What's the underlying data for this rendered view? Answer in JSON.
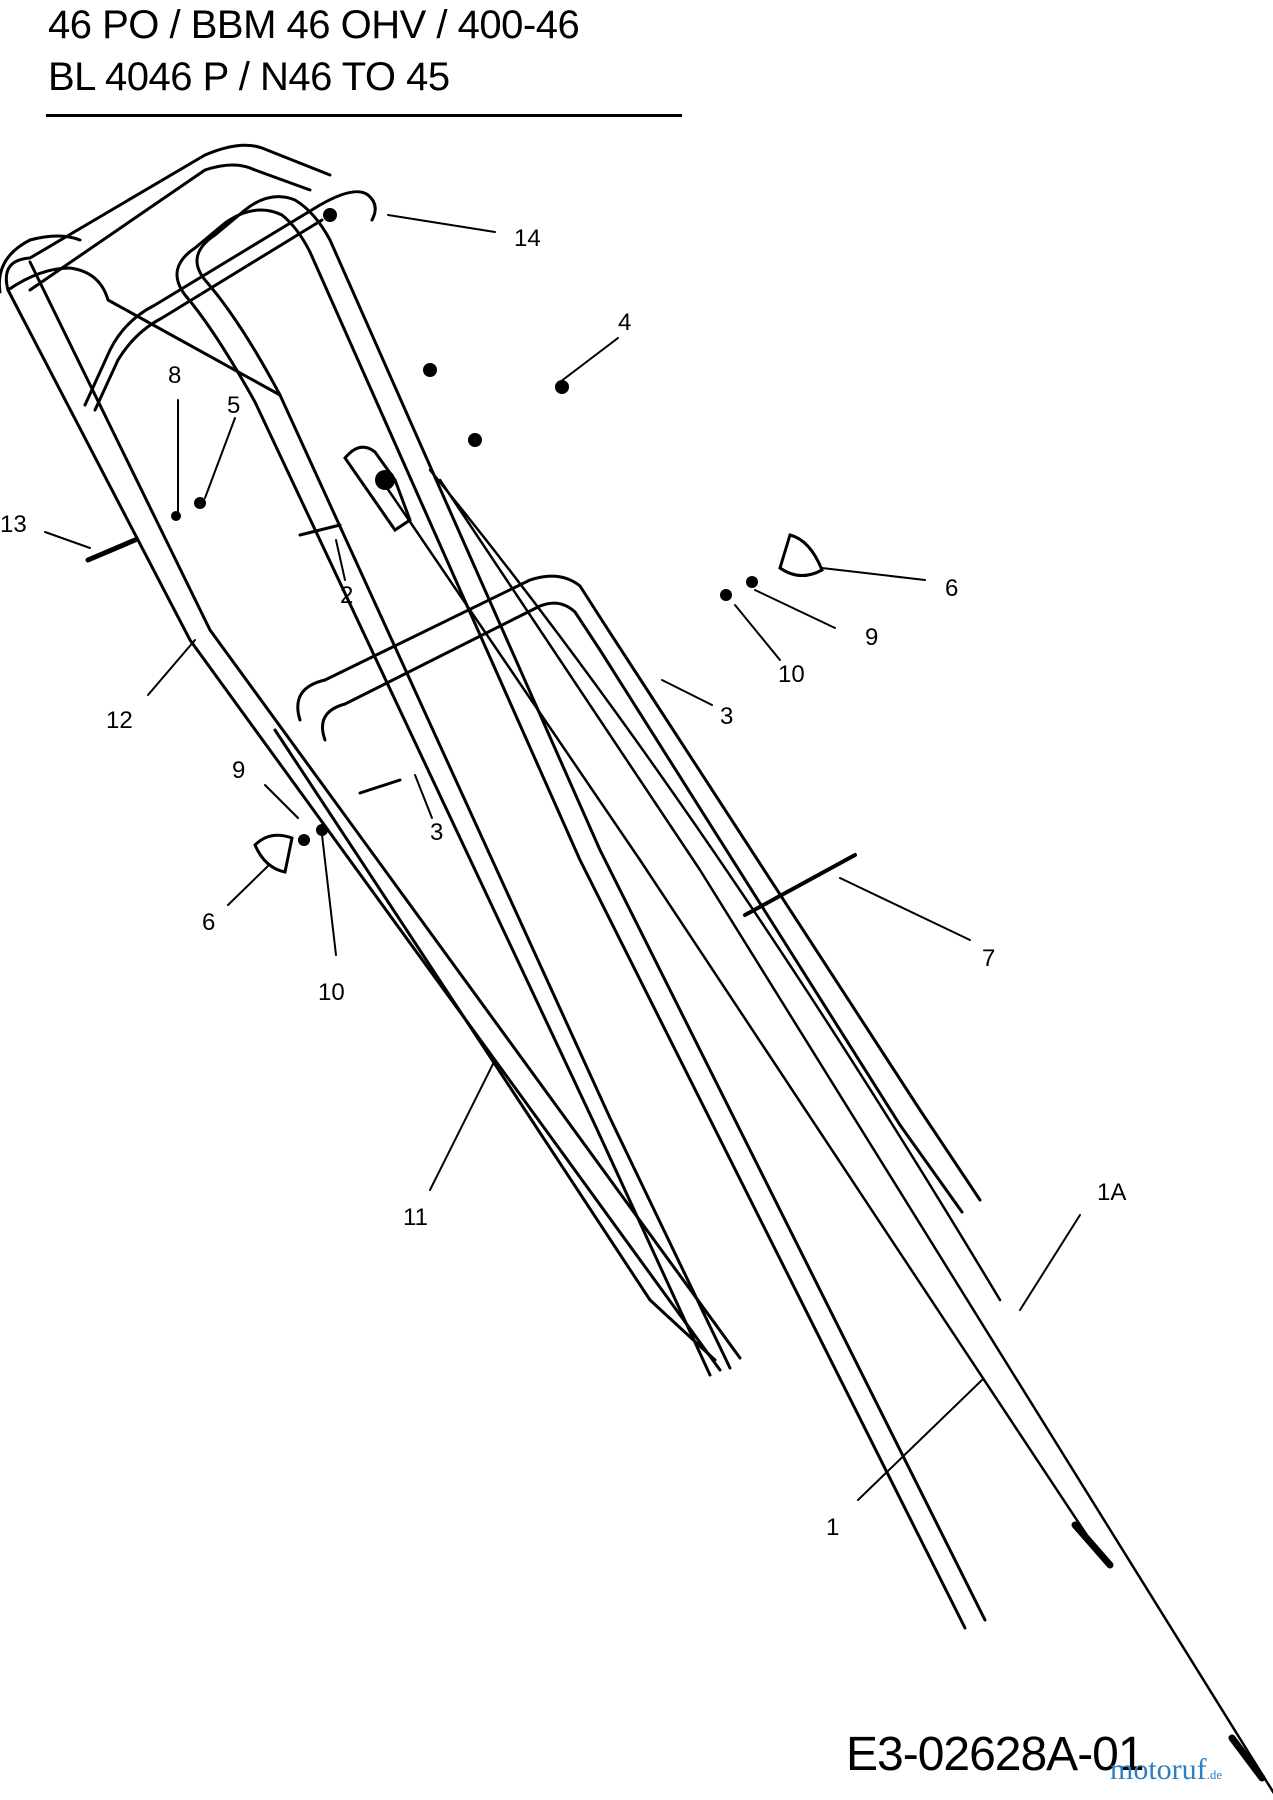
{
  "header": {
    "line1": "46 PO / BBM 46 OHV / 400-46",
    "line2": "BL 4046 P / N46 TO 45"
  },
  "labels": [
    {
      "id": "14",
      "text": "14"
    },
    {
      "id": "4",
      "text": "4"
    },
    {
      "id": "8",
      "text": "8"
    },
    {
      "id": "5",
      "text": "5"
    },
    {
      "id": "13",
      "text": "13"
    },
    {
      "id": "2",
      "text": "2"
    },
    {
      "id": "6a",
      "text": "6"
    },
    {
      "id": "9a",
      "text": "9"
    },
    {
      "id": "10a",
      "text": "10"
    },
    {
      "id": "3a",
      "text": "3"
    },
    {
      "id": "12",
      "text": "12"
    },
    {
      "id": "9b",
      "text": "9"
    },
    {
      "id": "3b",
      "text": "3"
    },
    {
      "id": "6b",
      "text": "6"
    },
    {
      "id": "10b",
      "text": "10"
    },
    {
      "id": "7",
      "text": "7"
    },
    {
      "id": "11",
      "text": "11"
    },
    {
      "id": "1A",
      "text": "1A"
    },
    {
      "id": "1",
      "text": "1"
    }
  ],
  "footer": {
    "doc_id": "E3-02628A-01",
    "watermark_main": "motoruf",
    "watermark_tld": ".de"
  }
}
